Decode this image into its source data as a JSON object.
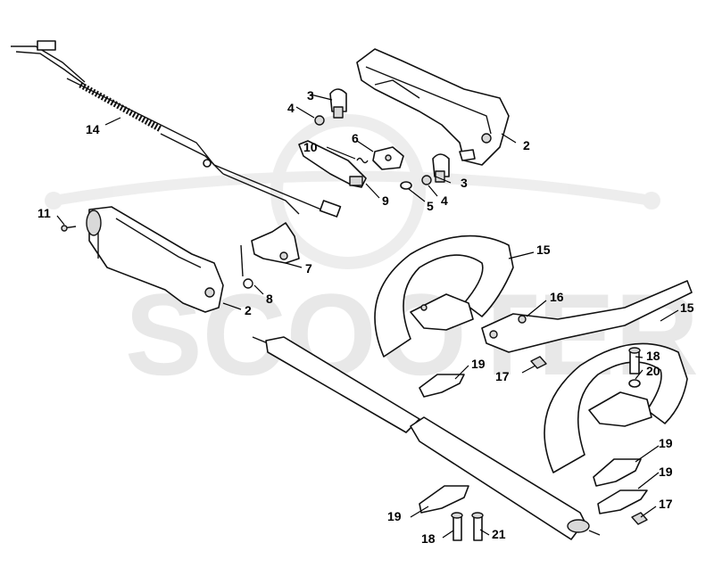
{
  "watermark": {
    "text": "SCOOTER",
    "color": "#e6e6e6"
  },
  "callouts": {
    "c2a": "2",
    "c2b": "2",
    "c3a": "3",
    "c3b": "3",
    "c4a": "4",
    "c4b": "4",
    "c5": "5",
    "c6": "6",
    "c7": "7",
    "c8": "8",
    "c9": "9",
    "c10": "10",
    "c11": "11",
    "c14": "14",
    "c15a": "15",
    "c15b": "15",
    "c16": "16",
    "c17a": "17",
    "c17b": "17",
    "c18a": "18",
    "c18b": "18",
    "c19a": "19",
    "c19b": "19",
    "c19c": "19",
    "c19d": "19",
    "c20": "20",
    "c21": "21"
  }
}
